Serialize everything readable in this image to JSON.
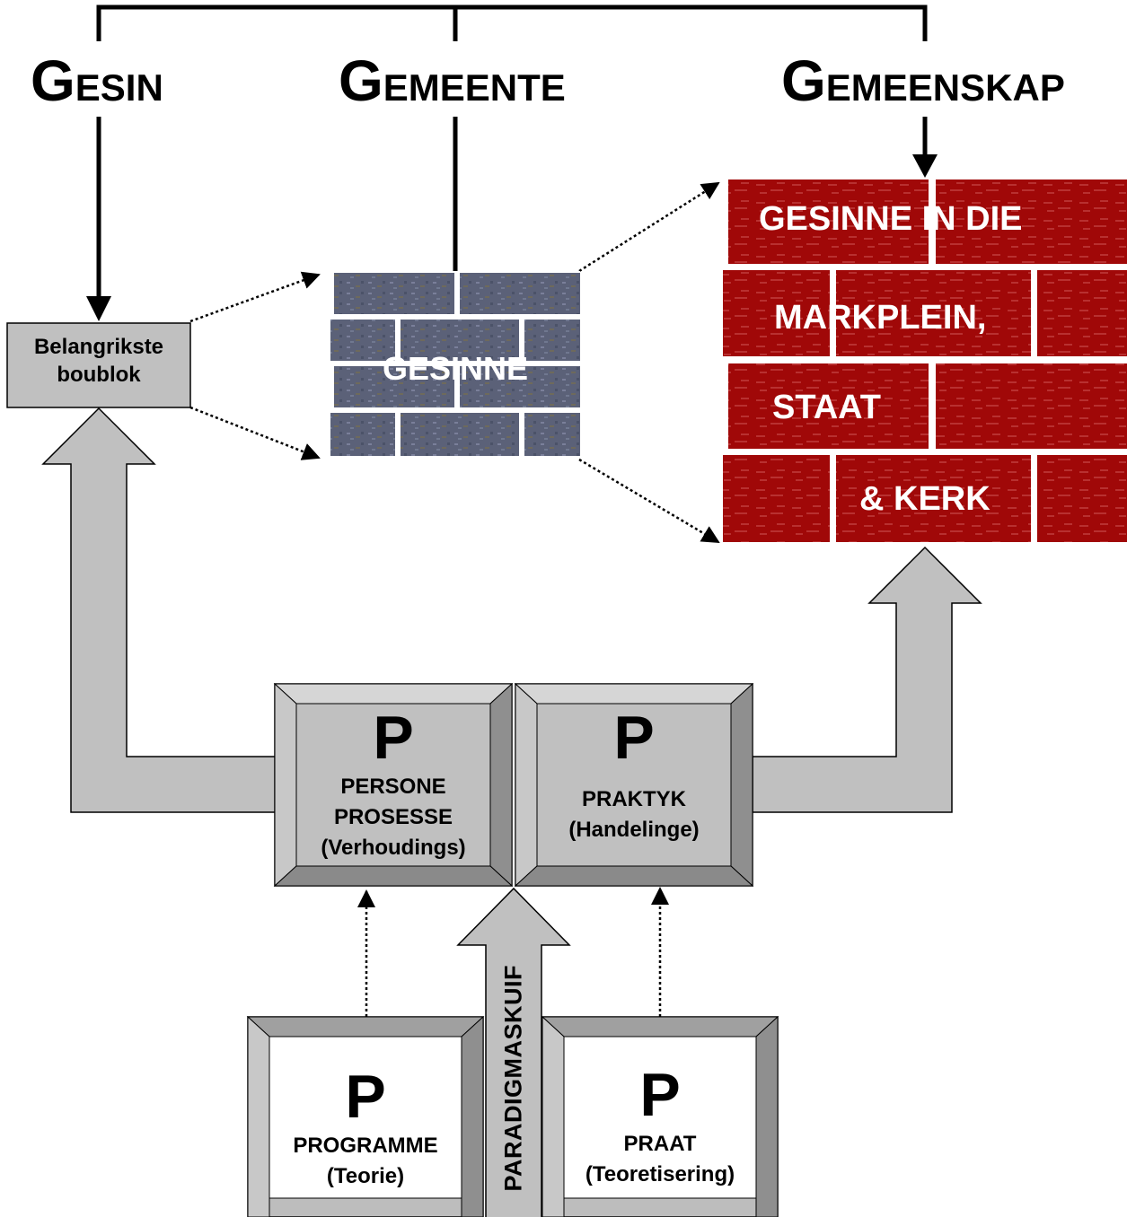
{
  "headings": {
    "gesin": {
      "first": "G",
      "rest": "ESIN"
    },
    "gemeente": {
      "first": "G",
      "rest": "EMEENTE"
    },
    "gemeenskap": {
      "first": "G",
      "rest": "EMEENSKAP"
    }
  },
  "boublok": {
    "line1": "Belangrikste",
    "line2": "boublok"
  },
  "small_wall": {
    "label": "GESINNE"
  },
  "big_wall": {
    "line1": "GESINNE IN DIE",
    "line2": "MARKPLEIN,",
    "line3": "STAAT",
    "line4": "& KERK"
  },
  "pillars": {
    "persone": {
      "letter": "P",
      "line1": "PERSONE",
      "line2": "PROSESSE",
      "line3": "(Verhoudings)"
    },
    "praktyk": {
      "letter": "P",
      "line1": "PRAKTYK",
      "line2": "(Handelinge)"
    },
    "programme": {
      "letter": "P",
      "line1": "PROGRAMME",
      "line2": "(Teorie)"
    },
    "praat": {
      "letter": "P",
      "line1": "PRAAT",
      "line2": "(Teoretisering)"
    }
  },
  "paradigm_label": "PARADIGMASKUIF",
  "colors": {
    "arrow_fill": "#c0c0c0",
    "brick_red": "#a00808",
    "brick_mortar": "#ffffff",
    "small_brick": "#5a6078",
    "bevel_light": "#d4d4d4",
    "bevel_dark": "#8c8c8c",
    "bevel_face": "#bdbdbd"
  }
}
